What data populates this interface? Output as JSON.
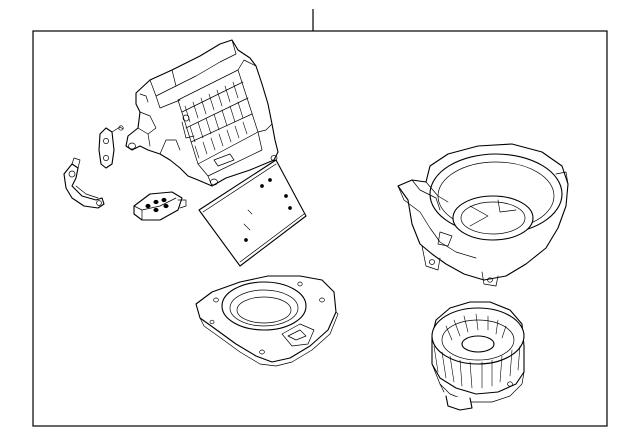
{
  "diagram": {
    "line_color": "#000000",
    "background_color": "#ffffff",
    "parts": [
      {
        "name": "blower-case-upper-housing",
        "icon": "housing-icon"
      },
      {
        "name": "actuator-mount-bracket",
        "icon": "bracket-icon"
      },
      {
        "name": "link-lever-arm",
        "icon": "lever-icon"
      },
      {
        "name": "blower-resistor",
        "icon": "resistor-icon"
      },
      {
        "name": "cabin-air-filter",
        "icon": "filter-icon"
      },
      {
        "name": "blower-lower-case-plate",
        "icon": "plate-icon"
      },
      {
        "name": "scroll-housing",
        "icon": "scroll-housing-icon"
      },
      {
        "name": "blower-motor-fan",
        "icon": "fan-motor-icon"
      }
    ]
  }
}
